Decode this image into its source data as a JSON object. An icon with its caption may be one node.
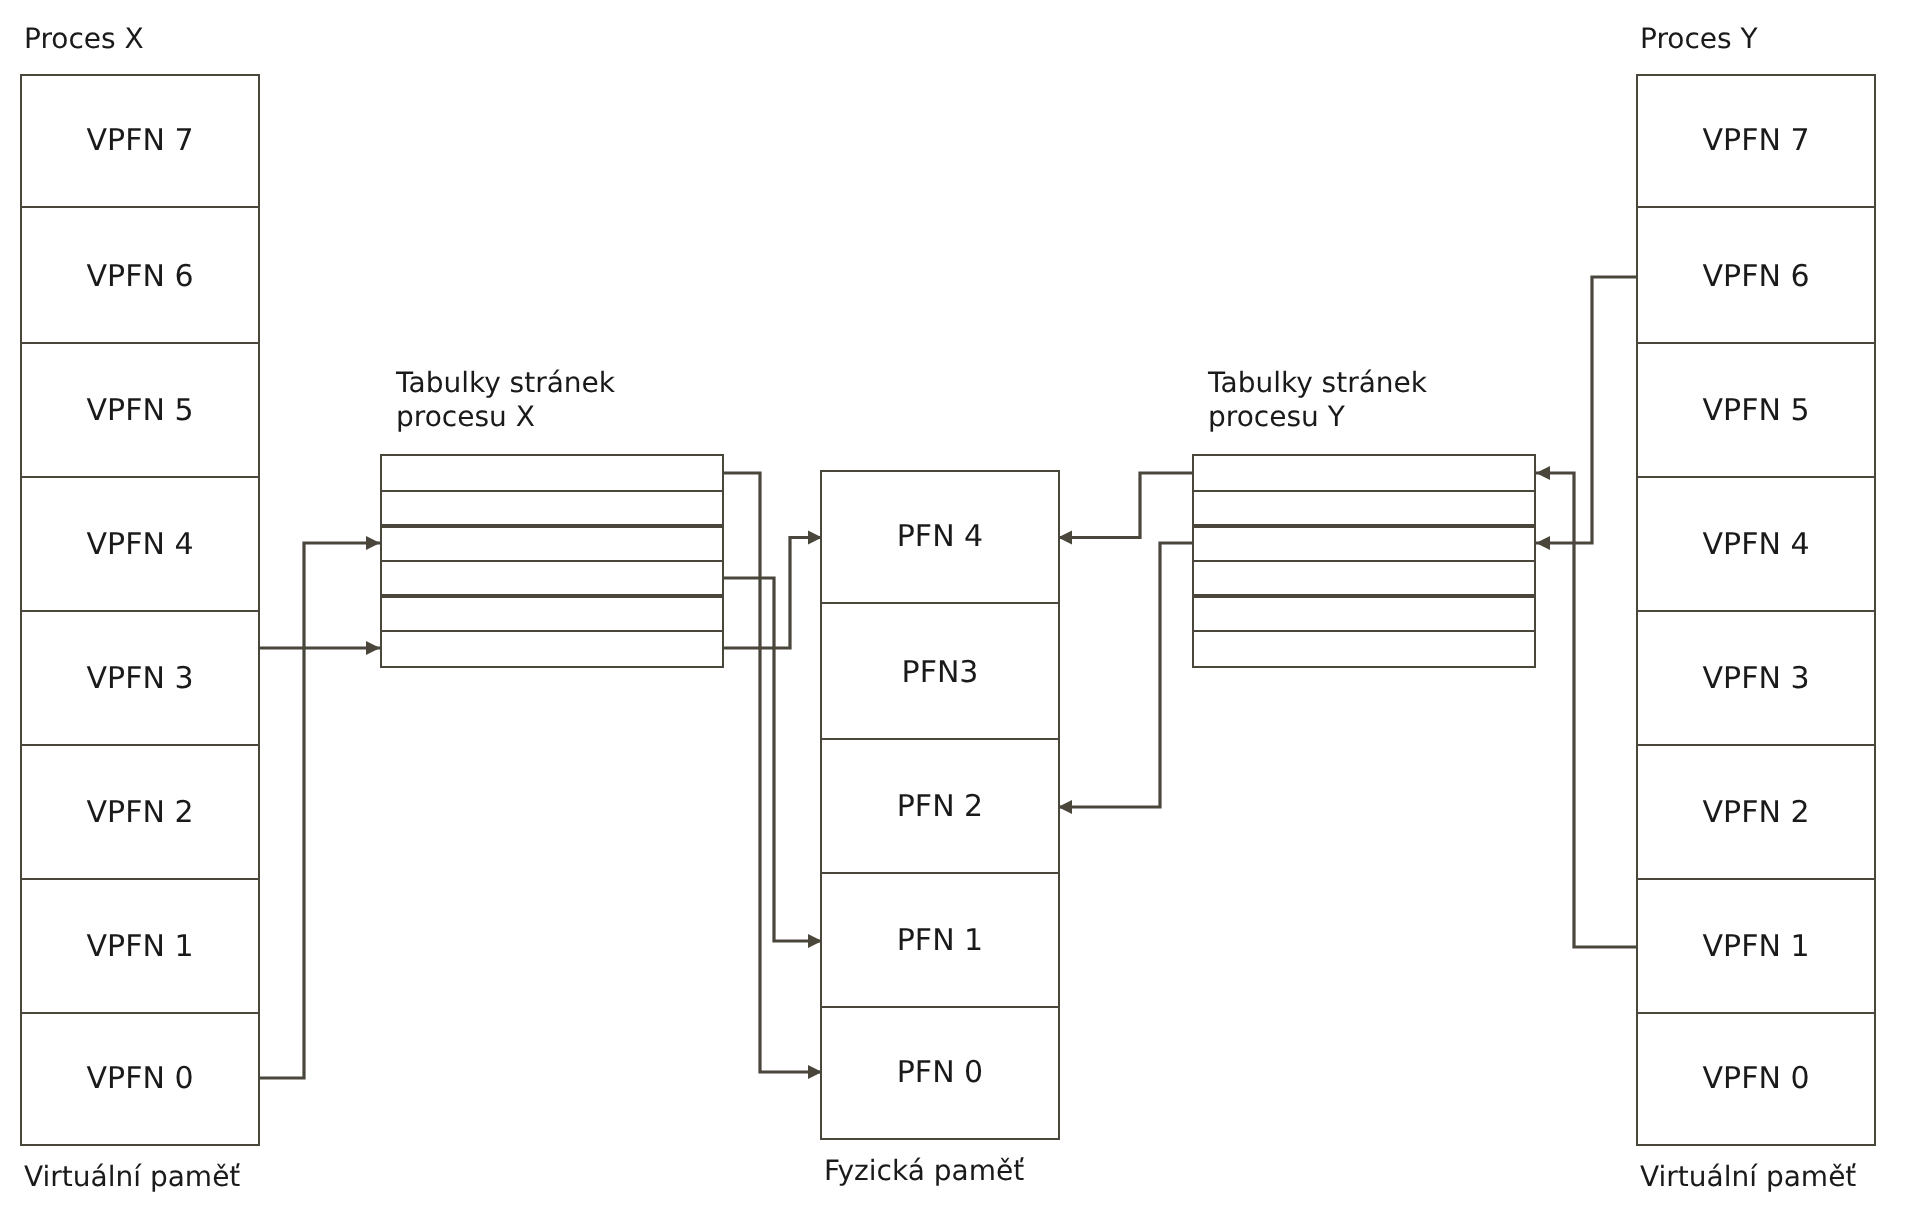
{
  "diagram": {
    "nodes": [
      {
        "text": [
          "Proces X",
          "Virtuální paměť"
        ]
      },
      {
        "text": [
          "VPFN 7"
        ],
        "in": 0
      },
      {
        "text": [
          "VPFN 6"
        ],
        "in": 0
      },
      {
        "text": [
          "VPFN 5"
        ],
        "in": 0
      },
      {
        "text": [
          "VPFN 4"
        ],
        "in": 0
      },
      {
        "text": [
          "VPFN 3"
        ],
        "in": 0
      },
      {
        "text": [
          "VPFN 2"
        ],
        "in": 0
      },
      {
        "text": [
          "VPFN 1"
        ],
        "in": 0
      },
      {
        "text": [
          "VPFN 0"
        ],
        "in": 0
      },
      {
        "text": [
          "Tabulky stránek procesu X"
        ]
      },
      {
        "text": [],
        "shape": "box",
        "in": 9
      },
      {
        "text": [],
        "shape": "box",
        "in": 9
      },
      {
        "text": [],
        "shape": "box",
        "in": 9
      },
      {
        "text": [],
        "shape": "box",
        "in": 9
      },
      {
        "text": [],
        "shape": "box",
        "in": 9
      },
      {
        "text": [],
        "shape": "box",
        "in": 9
      },
      {
        "text": [
          "Fyzická paměť"
        ]
      },
      {
        "text": [
          "PFN 4"
        ],
        "in": 16
      },
      {
        "text": [
          "PFN3"
        ],
        "in": 16
      },
      {
        "text": [
          "PFN 2"
        ],
        "in": 16
      },
      {
        "text": [
          "PFN 1"
        ],
        "in": 16
      },
      {
        "text": [
          "PFN 0"
        ],
        "in": 16
      },
      {
        "text": [
          "Tabulky stránek procesu Y"
        ]
      },
      {
        "text": [],
        "shape": "box",
        "in": 22
      },
      {
        "text": [],
        "shape": "box",
        "in": 22
      },
      {
        "text": [],
        "shape": "box",
        "in": 22
      },
      {
        "text": [],
        "shape": "box",
        "in": 22
      },
      {
        "text": [],
        "shape": "box",
        "in": 22
      },
      {
        "text": [],
        "shape": "box",
        "in": 22
      },
      {
        "text": [
          "Proces Y",
          "Virtuální paměť"
        ]
      },
      {
        "text": [
          "VPFN 7"
        ],
        "in": 29
      },
      {
        "text": [
          "VPFN 6"
        ],
        "in": 29
      },
      {
        "text": [
          "VPFN 5"
        ],
        "in": 29
      },
      {
        "text": [
          "VPFN 4"
        ],
        "in": 29
      },
      {
        "text": [
          "VPFN 3"
        ],
        "in": 29
      },
      {
        "text": [
          "VPFN 2"
        ],
        "in": 29
      },
      {
        "text": [
          "VPFN 1"
        ],
        "in": 29
      },
      {
        "text": [
          "VPFN 0"
        ],
        "in": 29
      }
    ],
    "edges": [
      {
        "from": 5,
        "to": 15,
        "arrow": "to"
      },
      {
        "from": 8,
        "to": 12,
        "arrow": "to"
      },
      {
        "from": 10,
        "to": 21,
        "arrow": "to"
      },
      {
        "from": 13,
        "to": 20,
        "arrow": "to"
      },
      {
        "from": 15,
        "to": 17,
        "arrow": "to"
      },
      {
        "from": 31,
        "to": 25,
        "arrow": "to"
      },
      {
        "from": 36,
        "to": 23,
        "arrow": "to"
      },
      {
        "from": 23,
        "to": 17,
        "arrow": "to"
      },
      {
        "from": 25,
        "to": 19,
        "arrow": "to"
      }
    ]
  }
}
